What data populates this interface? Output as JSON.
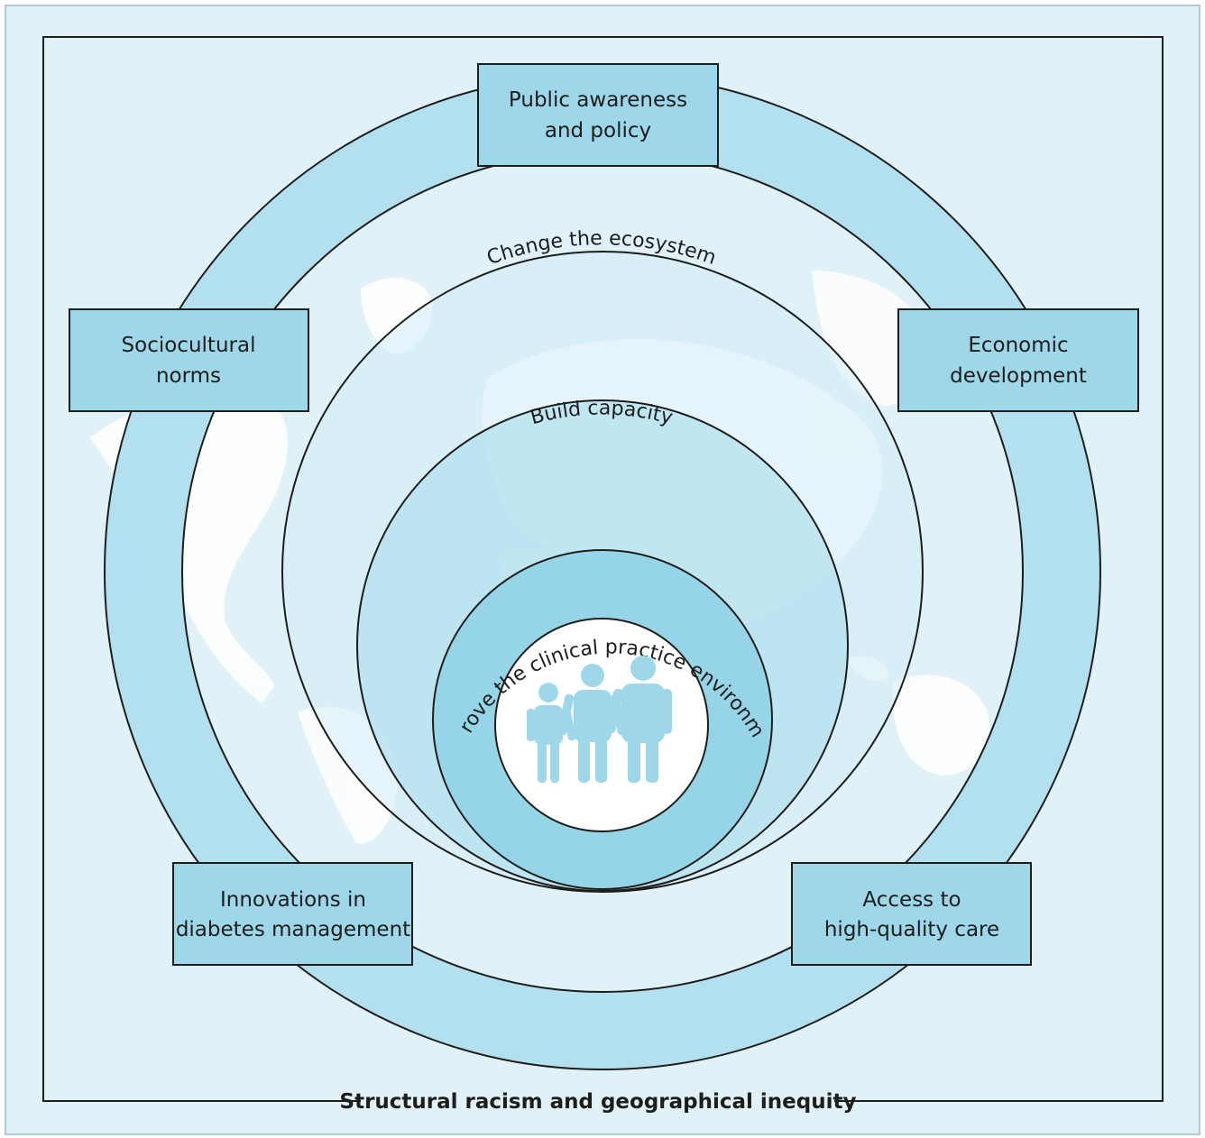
{
  "colors": {
    "background": "#e1f1f8",
    "ring": "#b3e0ee",
    "box": "#9ed7e9",
    "ecosystem": "#d3edf6",
    "capacity": "#b1e0ee",
    "clinical": "#95d5e7",
    "people": "#9ed7e9",
    "outline": "#1d1d1b",
    "map": "#ffffff"
  },
  "frame_label": "Structural racism and geographical inequity",
  "boxes": {
    "public_awareness": [
      "Public awareness",
      "and policy"
    ],
    "sociocultural": [
      "Sociocultural",
      "norms"
    ],
    "economic": [
      "Economic",
      "development"
    ],
    "innovations": [
      "Innovations in",
      "diabetes management"
    ],
    "access": [
      "Access to",
      "high-quality care"
    ]
  },
  "circles": {
    "ecosystem": "Change the ecosystem",
    "capacity": "Build capacity",
    "clinical": "Improve the clinical practice environment"
  },
  "center_icon": "family-people-icon"
}
